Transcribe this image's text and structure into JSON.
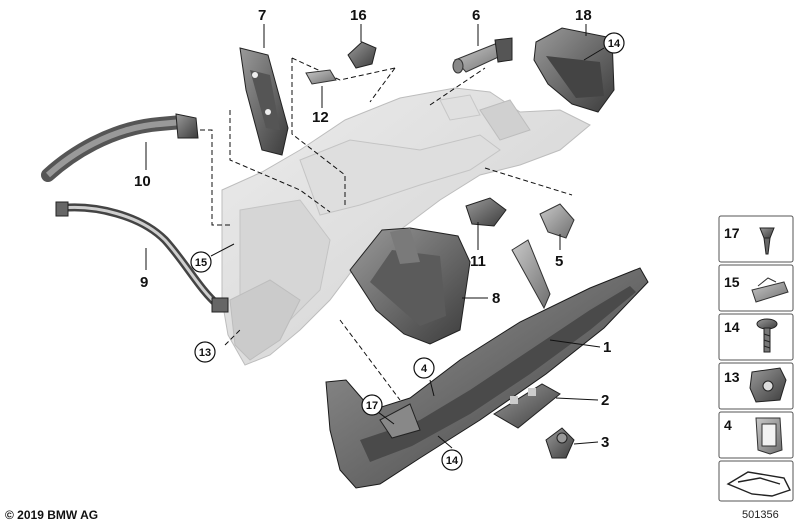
{
  "callouts": {
    "c1": "1",
    "c2": "2",
    "c3": "3",
    "c4": "4",
    "c5": "5",
    "c6": "6",
    "c7": "7",
    "c8": "8",
    "c9": "9",
    "c10": "10",
    "c11": "11",
    "c12": "12",
    "c13": "13",
    "c14": "14",
    "c15": "15",
    "c16": "16",
    "c17": "17",
    "c18": "18"
  },
  "legend": {
    "items": [
      {
        "number": "17",
        "icon": "push-rivet-icon"
      },
      {
        "number": "15",
        "icon": "spring-clip-icon"
      },
      {
        "number": "14",
        "icon": "collar-screw-icon"
      },
      {
        "number": "13",
        "icon": "clip-nut-icon"
      },
      {
        "number": "4",
        "icon": "u-clip-icon"
      }
    ],
    "bottom_icon": "arrow-symbol-icon"
  },
  "footer": {
    "copyright": "© 2019 BMW AG",
    "diagram_id": "501356"
  }
}
